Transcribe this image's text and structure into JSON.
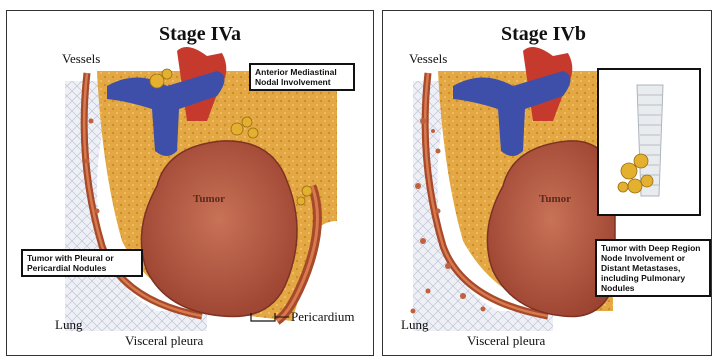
{
  "panels": [
    {
      "title": "Stage IVa",
      "labels": {
        "vessels": "Vessels",
        "box_top": "Anterior Mediastinal Nodal Involvement",
        "tumor": "Tumor",
        "box_left": "Tumor with Pleural or Pericardial Nodules",
        "lung": "Lung",
        "visceral_pleura": "Visceral pleura",
        "pericardium": "Pericardium"
      }
    },
    {
      "title": "Stage IVb",
      "labels": {
        "vessels": "Vessels",
        "tumor": "Tumor",
        "box_right": "Tumor with Deep Region Node Involvement or Distant Metastases, including Pulmonary Nodules",
        "lung": "Lung",
        "visceral_pleura": "Visceral pleura"
      }
    }
  ],
  "colors": {
    "fat": "#e3a743",
    "tumor": "#b85a40",
    "vein": "#3d4fa8",
    "artery": "#c63a2d",
    "lung": "#e9ecf4",
    "pleura": "#a64a2a",
    "node": "#e3b030",
    "trachea": "#e9ecef"
  }
}
